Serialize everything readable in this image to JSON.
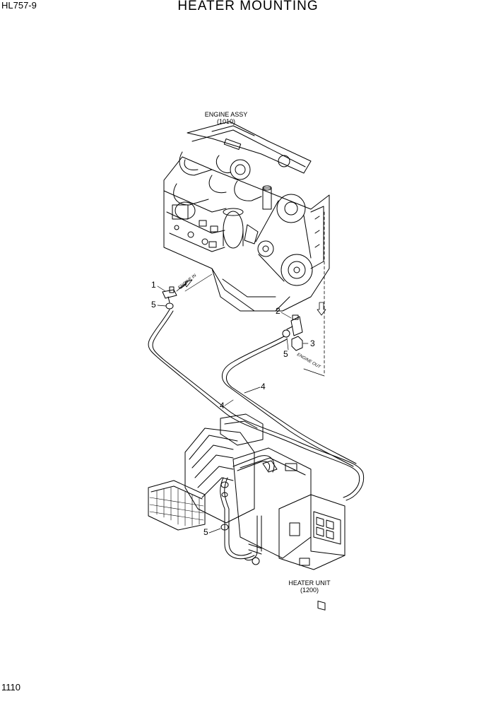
{
  "header": {
    "model": "HL757-9",
    "title": "HEATER MOUNTING"
  },
  "footer": {
    "page_number": "1110"
  },
  "diagram": {
    "engine": {
      "name": "ENGINE ASSY",
      "ref": "(1010)"
    },
    "heater": {
      "name": "HEATER UNIT",
      "ref": "(1200)"
    },
    "flow_in": "ENGINE IN",
    "flow_out": "ENGINE OUT",
    "callouts": {
      "c1": "1",
      "c2": "2",
      "c3": "3",
      "c4a": "4",
      "c4b": "4",
      "c5a": "5",
      "c5b": "5",
      "c5c": "5"
    }
  }
}
